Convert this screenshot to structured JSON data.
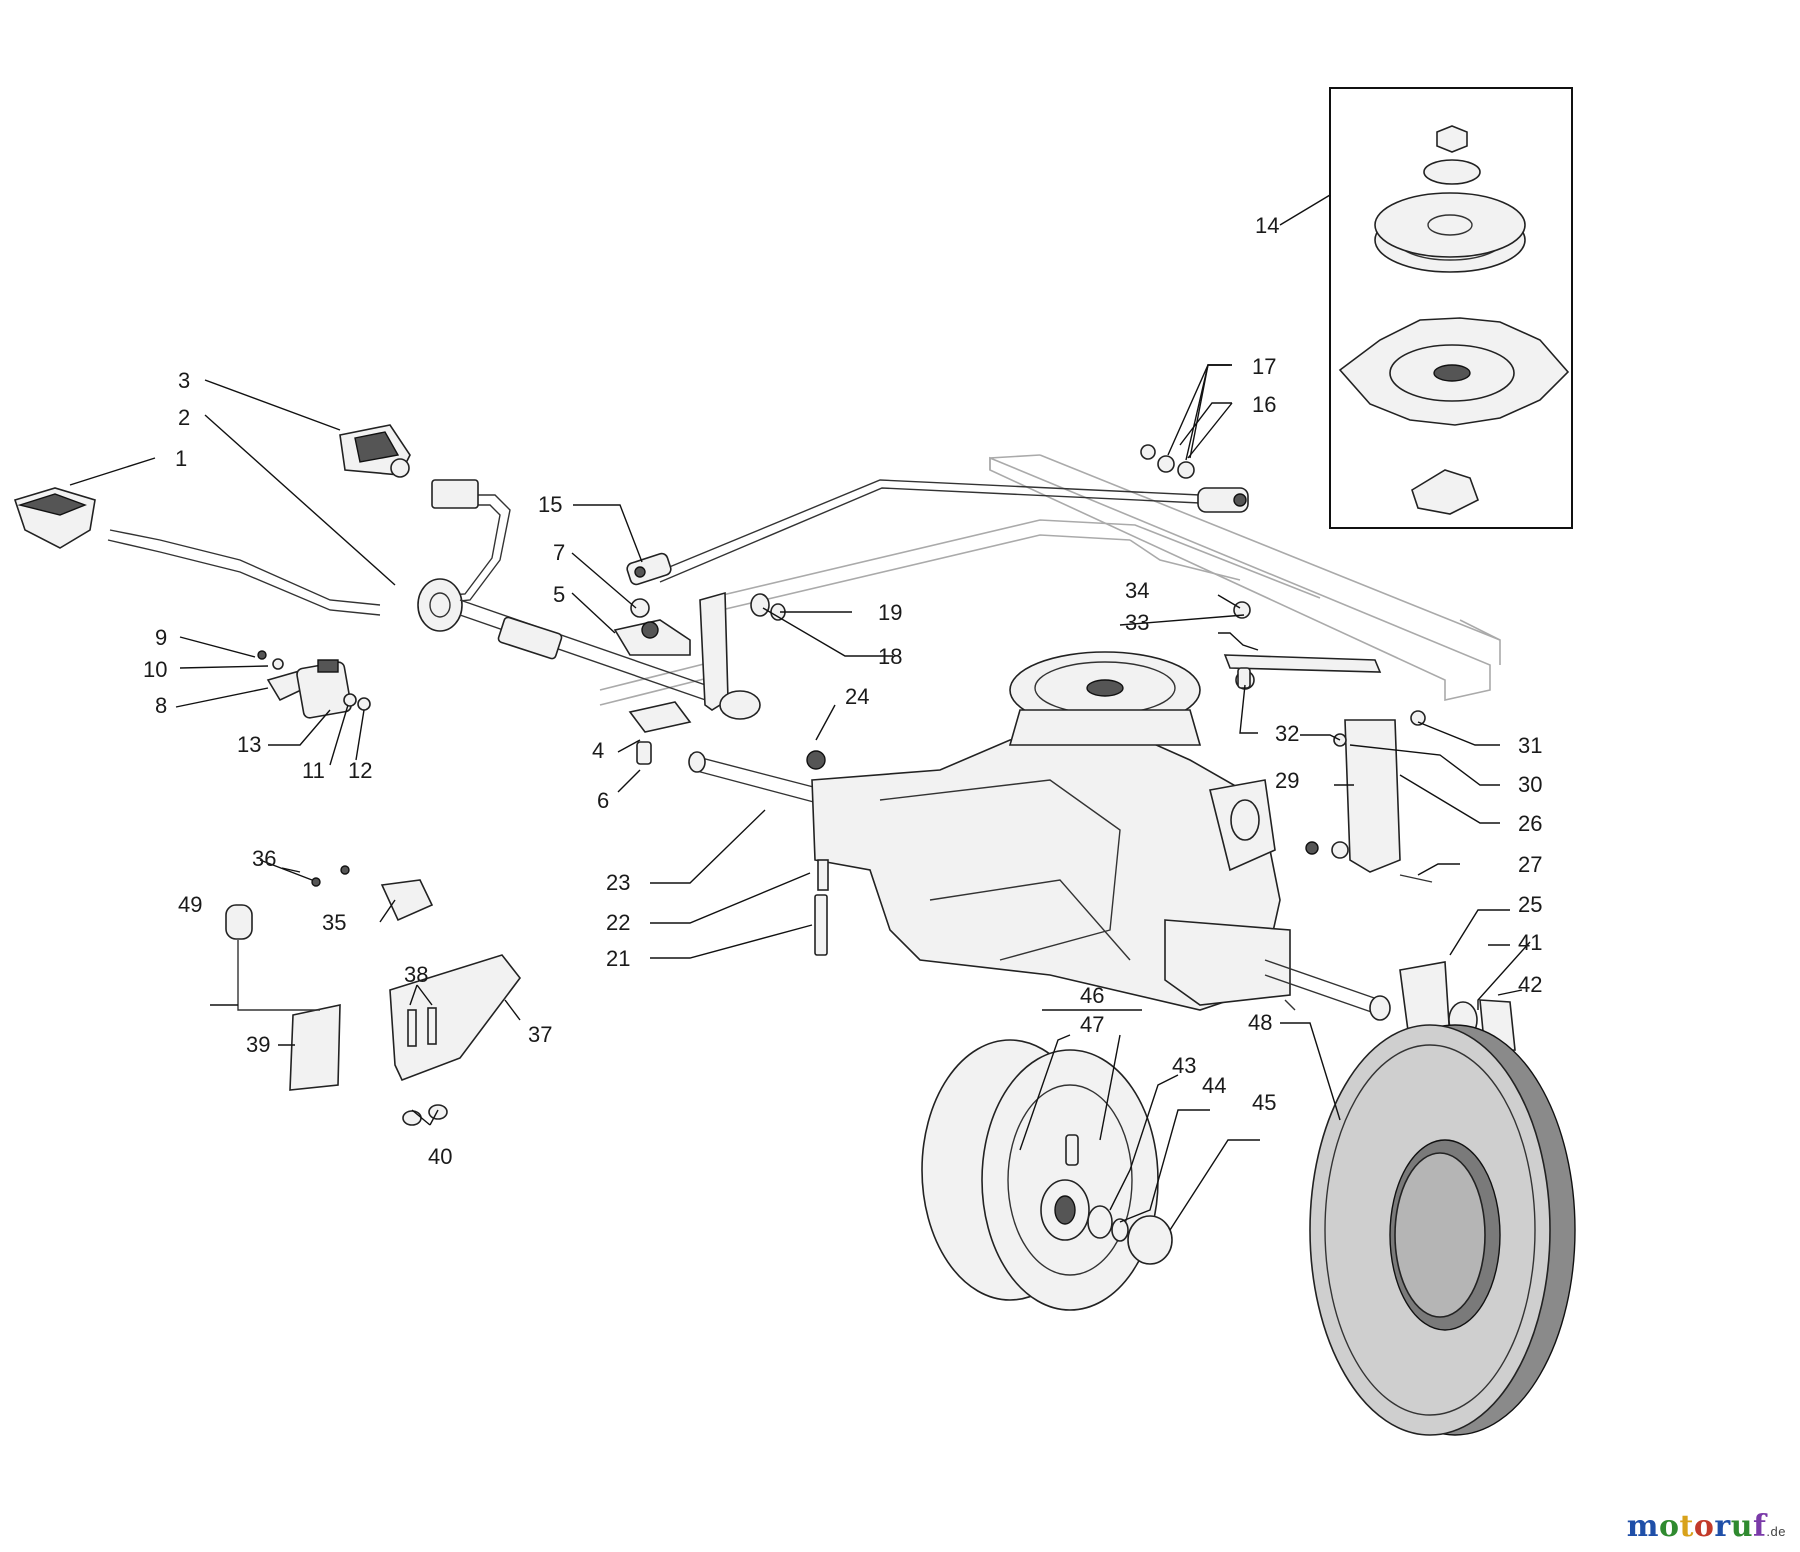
{
  "diagram": {
    "part_numbers": [
      "1",
      "2",
      "3",
      "4",
      "5",
      "6",
      "7",
      "8",
      "9",
      "10",
      "11",
      "12",
      "13",
      "14",
      "15",
      "16",
      "17",
      "18",
      "19",
      "21",
      "22",
      "23",
      "24",
      "25",
      "26",
      "27",
      "29",
      "30",
      "31",
      "32",
      "33",
      "34",
      "35",
      "36",
      "37",
      "38",
      "39",
      "40",
      "41",
      "42",
      "43",
      "44",
      "45",
      "46",
      "47",
      "48",
      "49"
    ]
  },
  "brand": {
    "segments": [
      {
        "text": "m",
        "color": "#1f4fa8"
      },
      {
        "text": "o",
        "color": "#2f8a2f"
      },
      {
        "text": "t",
        "color": "#d8a21a"
      },
      {
        "text": "o",
        "color": "#c23a2a"
      },
      {
        "text": "r",
        "color": "#1f4fa8"
      },
      {
        "text": "u",
        "color": "#2f8a2f"
      },
      {
        "text": "f",
        "color": "#7a3aa8"
      }
    ],
    "suffix": ".de"
  }
}
